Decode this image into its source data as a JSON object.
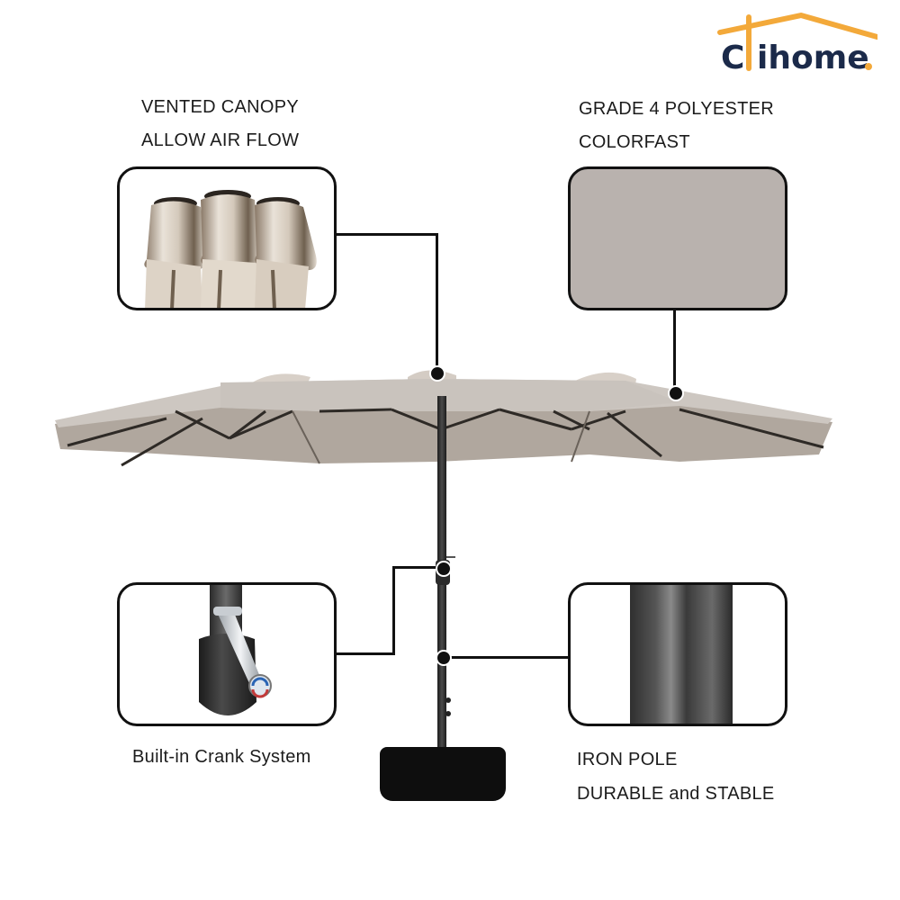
{
  "brand": {
    "name": "Clihome",
    "wordmark_rest": "ihome",
    "dot": ".",
    "colors": {
      "navy": "#1b2a4a",
      "orange": "#f3a93a"
    }
  },
  "features": {
    "canopy": {
      "line1": "VENTED CANOPY",
      "line2": "ALLOW AIR FLOW",
      "icon": "vented-canopy-photo"
    },
    "fabric": {
      "line1": "GRADE 4 POLYESTER",
      "line2": "COLORFAST",
      "icon": "fabric-swatch",
      "swatch_color": "#b9b2ae"
    },
    "crank": {
      "line1": "Built-in Crank System",
      "icon": "crank-handle-photo"
    },
    "pole": {
      "line1": "IRON POLE",
      "line2": "DURABLE and STABLE",
      "icon": "iron-pole-photo"
    }
  },
  "product": {
    "type": "double-sided patio umbrella",
    "canopy_color": "#c9c3bd",
    "pole_color": "#2a2a2a",
    "base_color": "#0e0e0e"
  }
}
